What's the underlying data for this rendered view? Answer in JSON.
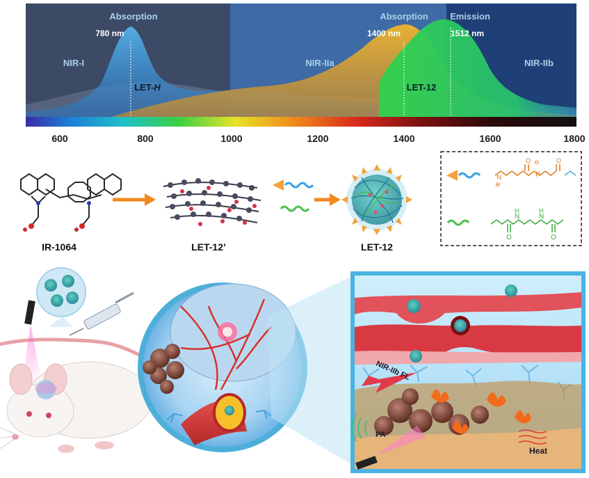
{
  "spectrum": {
    "region_labels": {
      "nir1": "NIR-I",
      "nir2a": "NIR-IIa",
      "nir2b": "NIR-IIb"
    },
    "band_labels": {
      "absorption_left": "Absorption",
      "absorption_right": "Absorption",
      "emission": "Emission"
    },
    "peak_labels": {
      "p780": "780 nm",
      "p1400": "1400 nm",
      "p1512": "1512 nm"
    },
    "curve_labels": {
      "let_h_prefix": "LET-",
      "let_h_suffix": "H",
      "let12": "LET-12"
    },
    "axis_ticks": [
      "600",
      "800",
      "1000",
      "1200",
      "1400",
      "1600",
      "1800"
    ],
    "colors": {
      "nir1_bg": "#3c4a66",
      "nir2a_bg": "#3e6aa6",
      "nir2b_bg": "#1f3f77",
      "absorption_h": "#3aa0e6",
      "absorption_12": "#f0ad20",
      "emission_12": "#2ec64a"
    }
  },
  "synthesis": {
    "labels": {
      "ir1064": "IR-1064",
      "let12p": "LET-12’",
      "let12": "LET-12"
    },
    "legend_box": {
      "chem_charge_plus": "⊕",
      "chem_charge_minus": "⊖",
      "chem_n": "N",
      "chem_p": "P",
      "chem_o": "O",
      "chem_h": "H"
    }
  },
  "application": {
    "labels": {
      "fl": "NIR-IIb FL",
      "pa": "PA",
      "heat": "Heat"
    }
  }
}
